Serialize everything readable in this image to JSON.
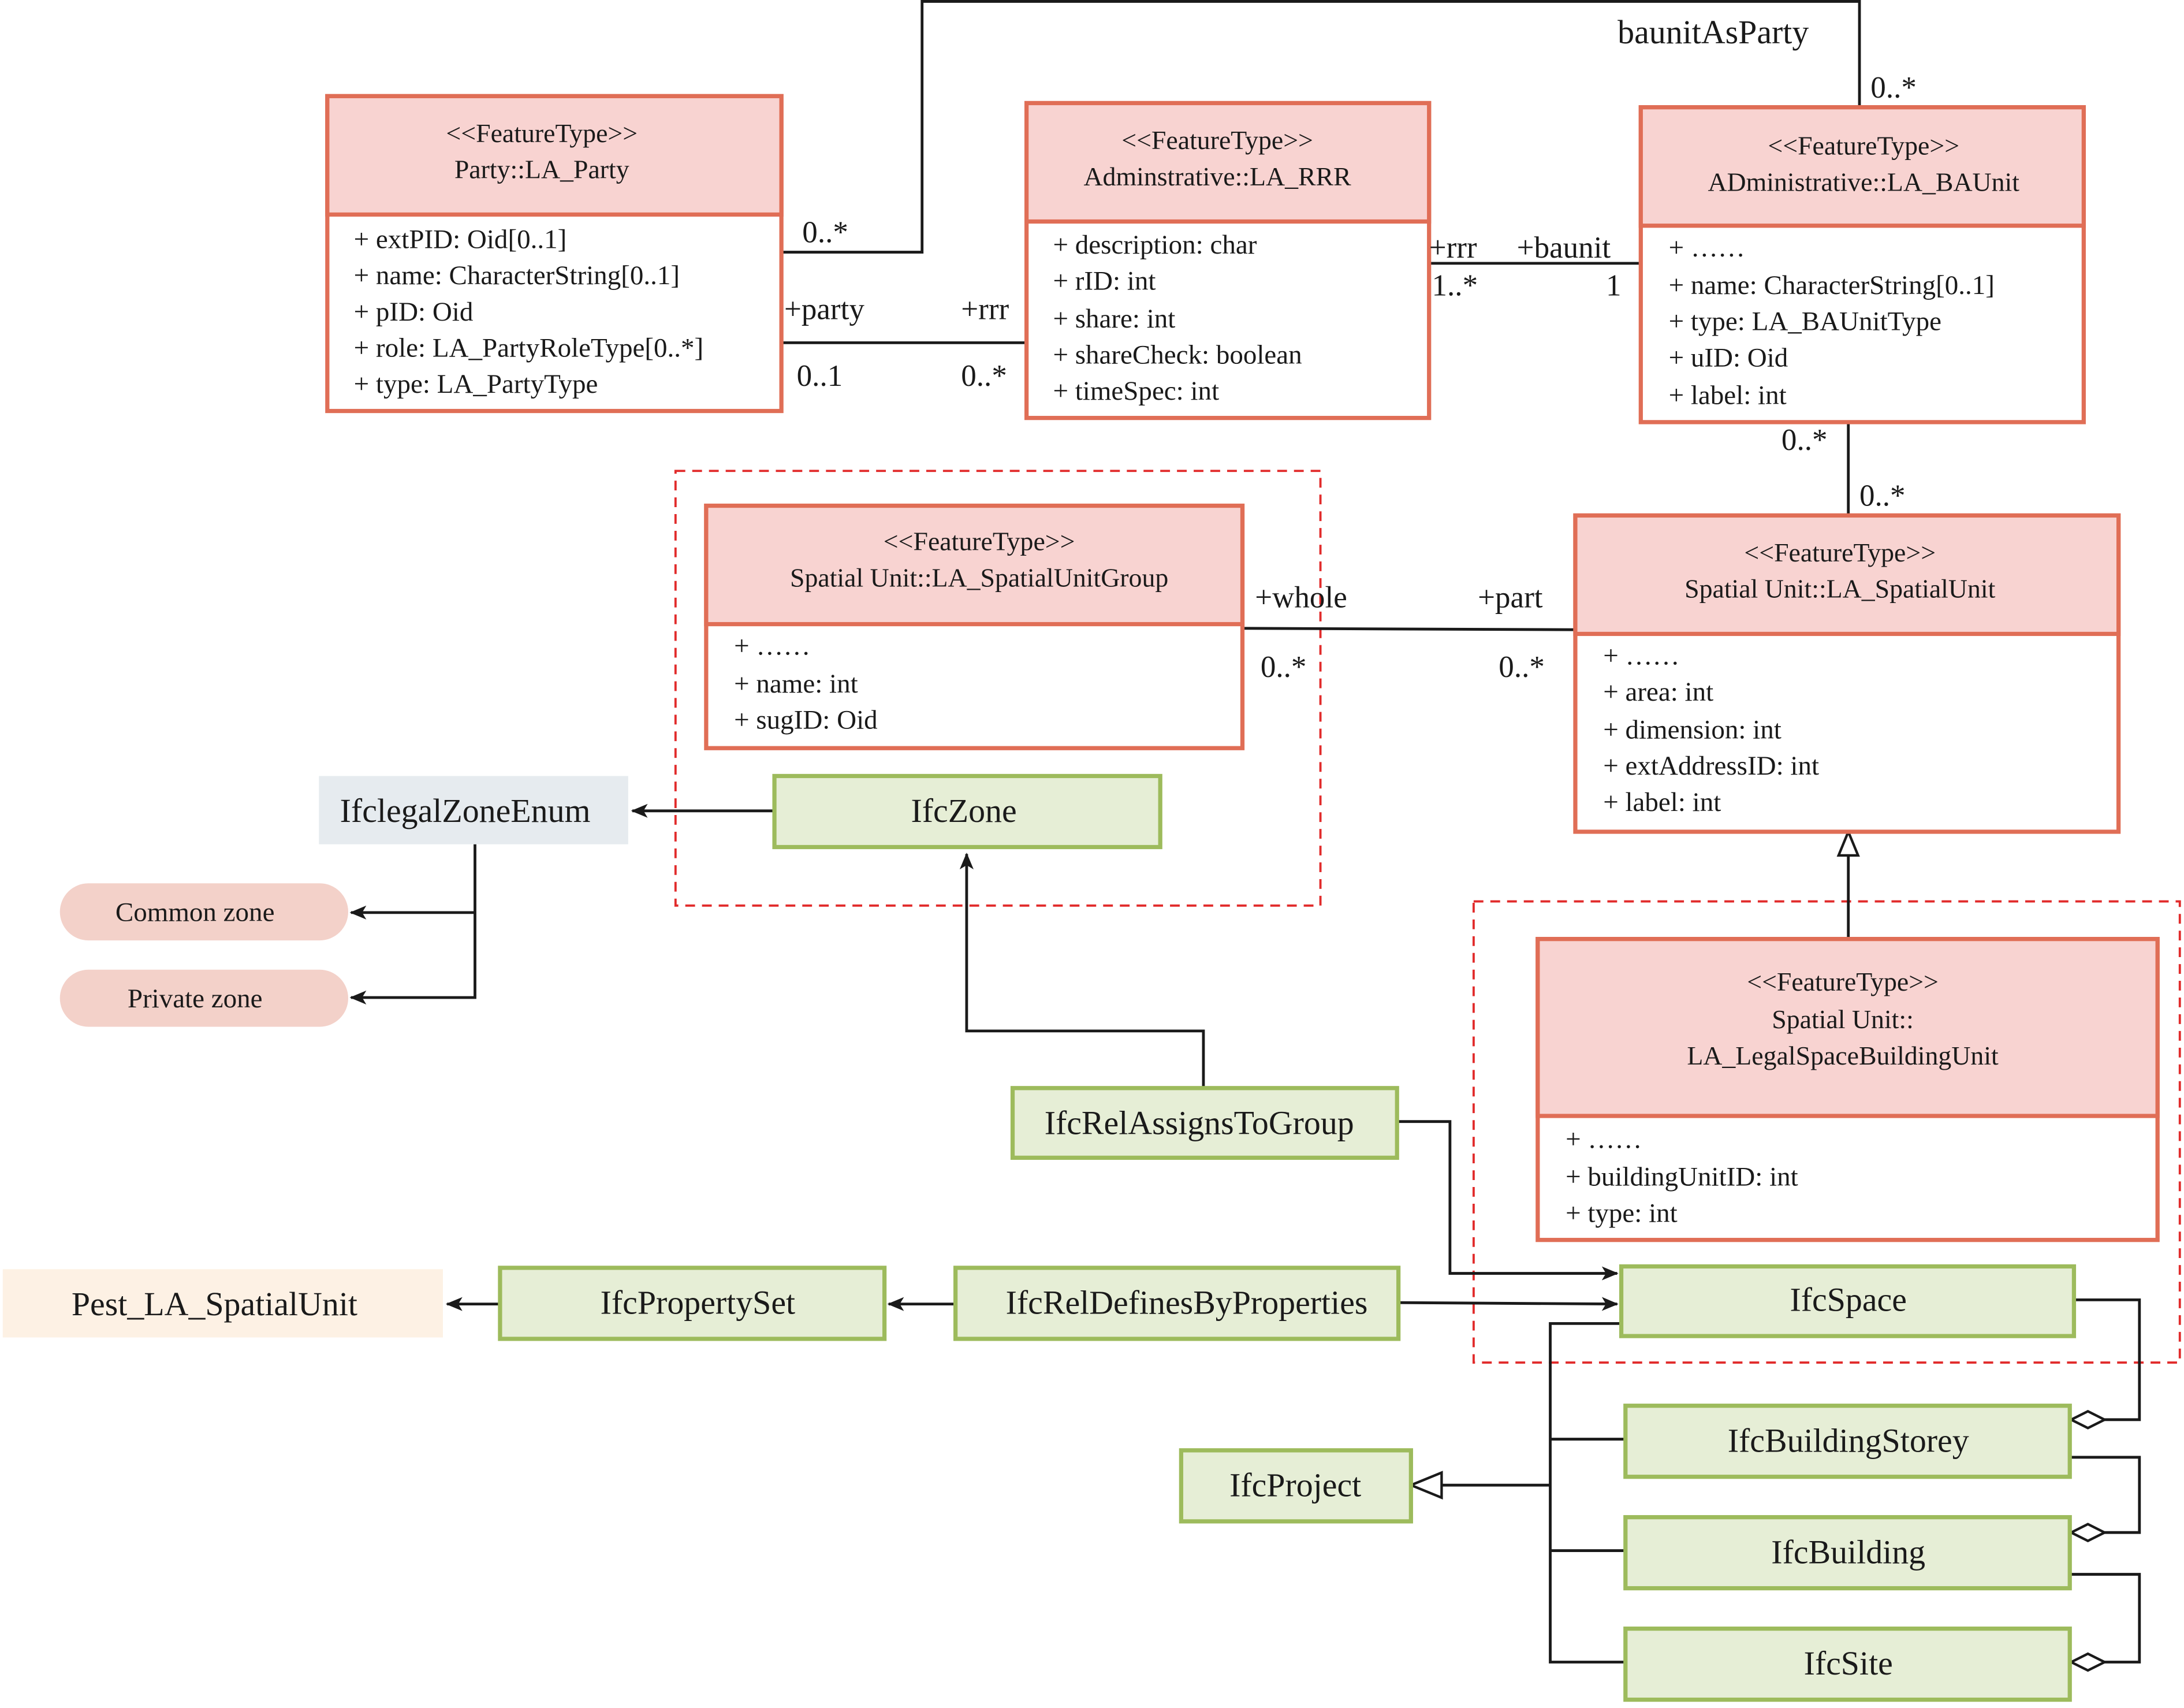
{
  "colors": {
    "class_header_fill": "#f8d3d1",
    "class_border": "#e06e56",
    "ifc_fill": "#e6eed6",
    "ifc_border": "#9dbb5c",
    "enum_fill": "#e6ebef",
    "zone_fill": "#f3d1c9",
    "pest_fill": "#fdf1e4",
    "group_dash": "#e12b2b"
  },
  "classes": {
    "party": {
      "stereotype": "<<FeatureType>>",
      "name": "Party::LA_Party",
      "attributes": [
        "+ extPID: Oid[0..1]",
        "+ name: CharacterString[0..1]",
        "+ pID: Oid",
        "+ role: LA_PartyRoleType[0..*]",
        "+ type: LA_PartyType"
      ]
    },
    "rrr": {
      "stereotype": "<<FeatureType>>",
      "name": "Adminstrative::LA_RRR",
      "attributes": [
        "+ description: char",
        "+ rID: int",
        "+ share: int",
        "+ shareCheck: boolean",
        "+ timeSpec: int"
      ]
    },
    "baunit": {
      "stereotype": "<<FeatureType>>",
      "name": "ADministrative::LA_BAUnit",
      "attributes": [
        "+ ……",
        "+ name: CharacterString[0..1]",
        "+ type: LA_BAUnitType",
        "+ uID: Oid",
        "+ label: int"
      ]
    },
    "spatial_unit_group": {
      "stereotype": "<<FeatureType>>",
      "name": "Spatial Unit::LA_SpatialUnitGroup",
      "attributes": [
        "+ ……",
        "+ name: int",
        "+ sugID: Oid"
      ]
    },
    "spatial_unit": {
      "stereotype": "<<FeatureType>>",
      "name": "Spatial Unit::LA_SpatialUnit",
      "attributes": [
        "+ ……",
        "+ area: int",
        "+ dimension: int",
        "+ extAddressID: int",
        "+ label: int"
      ]
    },
    "legal_space": {
      "stereotype": "<<FeatureType>>",
      "name_line1": "Spatial Unit::",
      "name_line2": "LA_LegalSpaceBuildingUnit",
      "attributes": [
        "+ ……",
        "+ buildingUnitID: int",
        "+ type: int"
      ]
    }
  },
  "ifc": {
    "zone": "IfcZone",
    "rel_assigns": "IfcRelAssignsToGroup",
    "space": "IfcSpace",
    "property_set": "IfcPropertySet",
    "rel_defines": "IfcRelDefinesByProperties",
    "project": "IfcProject",
    "storey": "IfcBuildingStorey",
    "building": "IfcBuilding",
    "site": "IfcSite"
  },
  "enum": {
    "name": "IfclegalZoneEnum",
    "values": [
      "Common zone",
      "Private zone"
    ]
  },
  "pest": "Pest_LA_SpatialUnit",
  "associations": {
    "baunit_as_party": "baunitAsParty",
    "party_mult_top": "0..*",
    "baunit_mult_top": "0..*",
    "party_role": "+party",
    "party_mult": "0..1",
    "rrr_role_left": "+rrr",
    "rrr_mult_left": "0..*",
    "rrr_role_right": "+rrr",
    "rrr_mult_right": "1..*",
    "baunit_role": "+baunit",
    "baunit_mult": "1",
    "baunit_su_mult_top": "0..*",
    "baunit_su_mult_bottom": "0..*",
    "whole_role": "+whole",
    "whole_mult": "0..*",
    "part_role": "+part",
    "part_mult": "0..*"
  }
}
